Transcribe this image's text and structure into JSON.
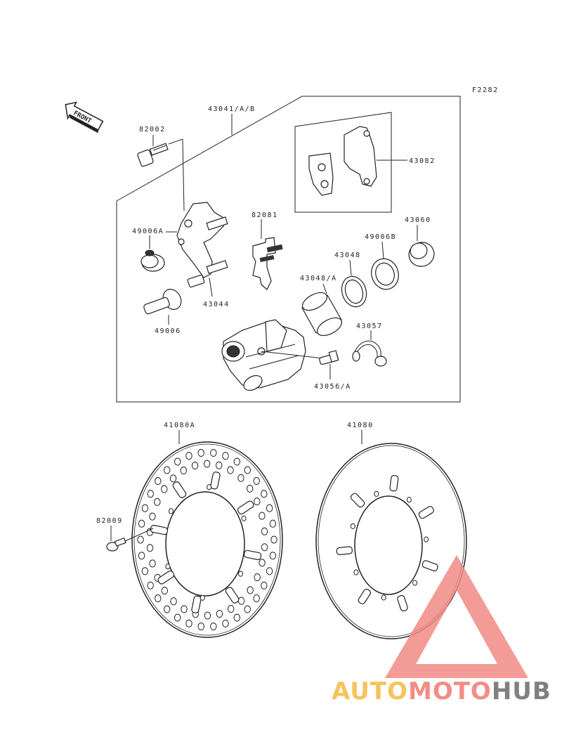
{
  "figure_code": "F2282",
  "front_label": "FRONT",
  "labels": {
    "p43041": "43041/A/B",
    "p82002": "82002",
    "p43082": "43082",
    "p82081": "82081",
    "p43060": "43060",
    "p49006B": "49006B",
    "p43048": "43048",
    "p49006A": "49006A",
    "p43048A": "43048/A",
    "p43044": "43044",
    "p49006": "49006",
    "p43057": "43057",
    "p43056A": "43056/A",
    "p41080A": "41080A",
    "p41080": "41080",
    "p82009": "82009"
  },
  "watermark": {
    "part1": "AUTO",
    "part2": "MOTO",
    "part3": "HUB",
    "color1": "#f5b942",
    "color2": "#f07a72",
    "color3": "#6b6b6b",
    "triangle_color": "#f08a85"
  }
}
